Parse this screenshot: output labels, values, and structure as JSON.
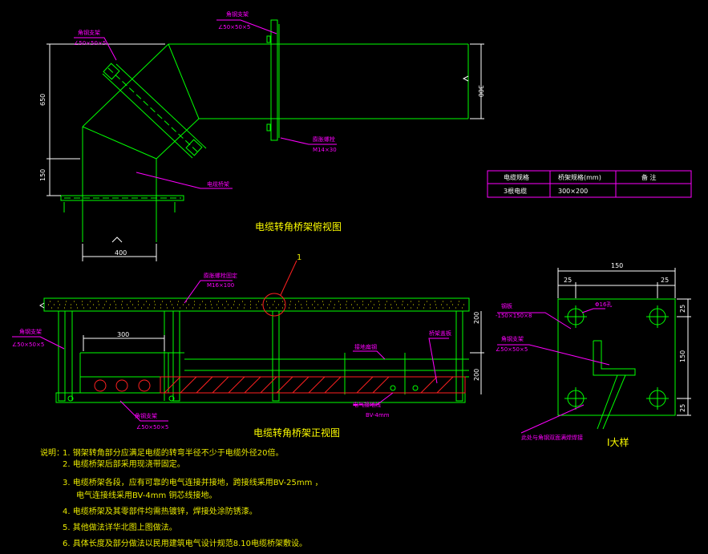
{
  "colors": {
    "background": "#000000",
    "line": "#00ff00",
    "leader": "#ff00ff",
    "note": "#e8e800",
    "red": "#ff2020"
  },
  "plan_view": {
    "title": "电缆转角桥架俯视图",
    "labels": {
      "angle_top": "角钢支架",
      "angle_top_spec": "∠50×50×5",
      "angle_left": "角钢支架",
      "angle_left_spec": "∠50×50×5",
      "bolt": "膨胀螺栓",
      "bolt_spec": "M14×30",
      "bridge": "电缆桥架"
    },
    "dims": {
      "d650": "650",
      "d150": "150",
      "d400": "400",
      "d300": "300"
    }
  },
  "spec_table": {
    "headers": [
      "电缆规格",
      "桥架规格(mm)",
      "备 注"
    ],
    "rows": [
      [
        "3根电缆",
        "300×200",
        ""
      ]
    ]
  },
  "front_view": {
    "title": "电缆转角桥架正视图",
    "marker": "1",
    "labels": {
      "bolt": "膨胀螺栓固定",
      "bolt_spec": "M16×100",
      "angle_left": "角钢支架",
      "angle_left_spec": "∠50×50×5",
      "angle_bottom": "角钢支架",
      "angle_bottom_spec": "∠50×50×5",
      "ground_strip": "接地扁钢",
      "ground_wire": "电气接地线",
      "ground_wire_spec": "BV-4mm",
      "cable_tray": "桥架盖板"
    },
    "dims": {
      "d300": "300",
      "d200": "200",
      "d200b": "200"
    }
  },
  "detail": {
    "title": "Ⅰ大样",
    "labels": {
      "plate": "钢板",
      "plate_spec": "-150×150×8",
      "angle": "角钢支架",
      "angle_spec": "∠50×50×5",
      "hole": "Φ16孔",
      "weld": "此处与角钢双面满焊焊接"
    },
    "dims": {
      "d150": "150",
      "d25a": "25",
      "d25b": "25",
      "d25c": "25",
      "d150v": "150",
      "d25d": "25"
    }
  },
  "notes": {
    "heading": "说明：",
    "items": [
      "1. 钢架转角部分应满足电缆的转弯半径不少于电缆外径20倍。",
      "2. 电缆桥架后部采用现浇带固定。",
      "3. 电缆桥架各段，应有可靠的电气连接并接地，跨接线采用BV-25mm ，",
      "电气连接线采用BV-4mm 铜芯线接地。",
      "4. 电缆桥架及其零部件均需热镀锌，焊接处涂防锈漆。",
      "5. 其他做法详华北图上图做法。",
      "6. 具体长度及部分做法以民用建筑电气设计规范8.10电缆桥架敷设。"
    ]
  }
}
